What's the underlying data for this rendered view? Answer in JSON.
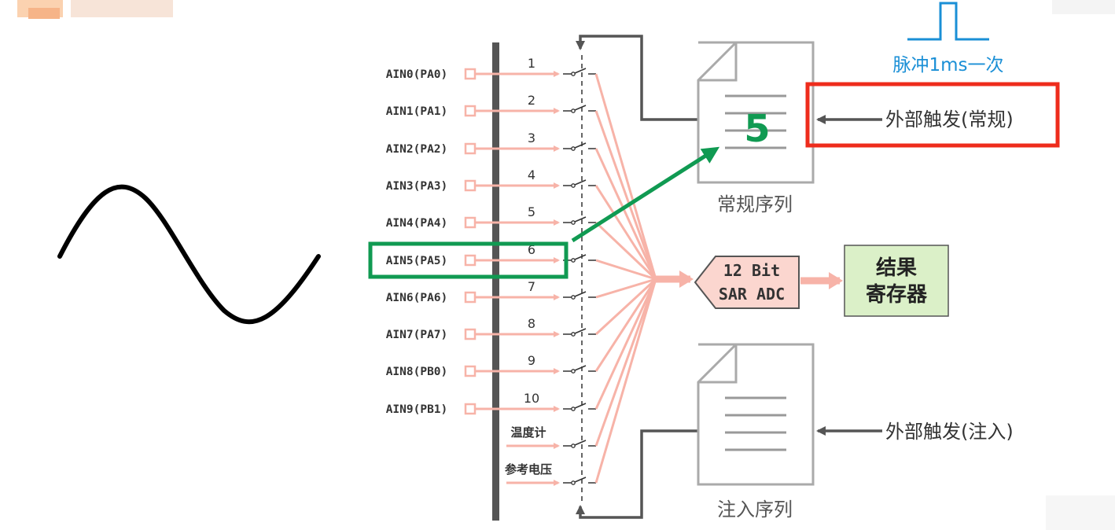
{
  "inputs": [
    {
      "name": "AIN0(PA0)",
      "channel": "1"
    },
    {
      "name": "AIN1(PA1)",
      "channel": "2"
    },
    {
      "name": "AIN2(PA2)",
      "channel": "3"
    },
    {
      "name": "AIN3(PA3)",
      "channel": "4"
    },
    {
      "name": "AIN4(PA4)",
      "channel": "5"
    },
    {
      "name": "AIN5(PA5)",
      "channel": "6"
    },
    {
      "name": "AIN6(PA6)",
      "channel": "7"
    },
    {
      "name": "AIN7(PA7)",
      "channel": "8"
    },
    {
      "name": "AIN8(PB0)",
      "channel": "9"
    },
    {
      "name": "AIN9(PB1)",
      "channel": "10"
    }
  ],
  "internal_inputs": [
    "温度计",
    "参考电压"
  ],
  "adc": {
    "line1": "12 Bit",
    "line2": "SAR ADC"
  },
  "result": {
    "line1": "结果",
    "line2": "寄存器"
  },
  "regular_sequence": {
    "label": "常规序列",
    "value": "5"
  },
  "injected_sequence": {
    "label": "注入序列"
  },
  "trigger_regular": "外部触发(常规)",
  "trigger_injected": "外部触发(注入)",
  "pulse_label": "脉冲1ms一次",
  "colors": {
    "pink": "#f7b3a8",
    "green": "#109a52",
    "red": "#ee2c1c",
    "blue": "#1a8fd6",
    "result_bg": "#dbf0c8",
    "adc_bg": "#fbd6cf",
    "gray": "#555555"
  },
  "icons": [
    "sine-wave-icon",
    "document-icon",
    "pulse-waveform-icon"
  ]
}
